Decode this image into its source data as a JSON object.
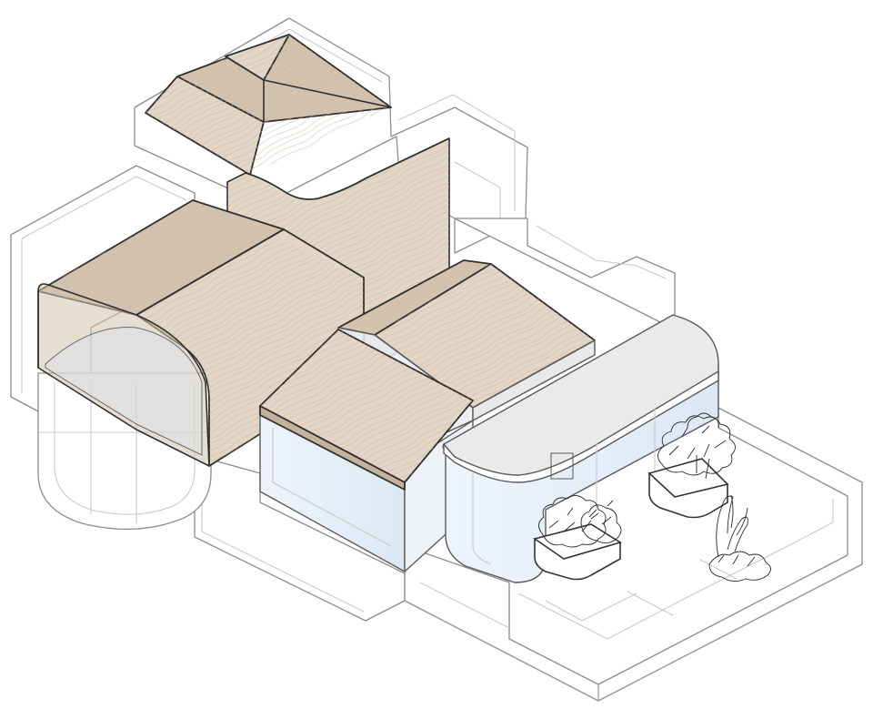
{
  "diagram": {
    "kind": "axonometric-building-drawing",
    "elements": [
      "site-base",
      "courtyard-terrace",
      "rear-gable-roof",
      "central-curved-wall",
      "left-barrel-roof",
      "round-tower",
      "front-left-gable-roof",
      "front-right-gable-roof",
      "glass-pavilion",
      "planter-left",
      "planter-right",
      "tall-plant"
    ]
  },
  "colors": {
    "timber": "#e3d6c6",
    "timber_shade": "#d2c2ae",
    "timber_dark": "#c4b29c",
    "glass": "#dde8f5",
    "glass_light": "#eef4fb",
    "pavilion_roof": "#eaeaea",
    "wall": "#ffffff",
    "line": "#2f2f2f"
  }
}
